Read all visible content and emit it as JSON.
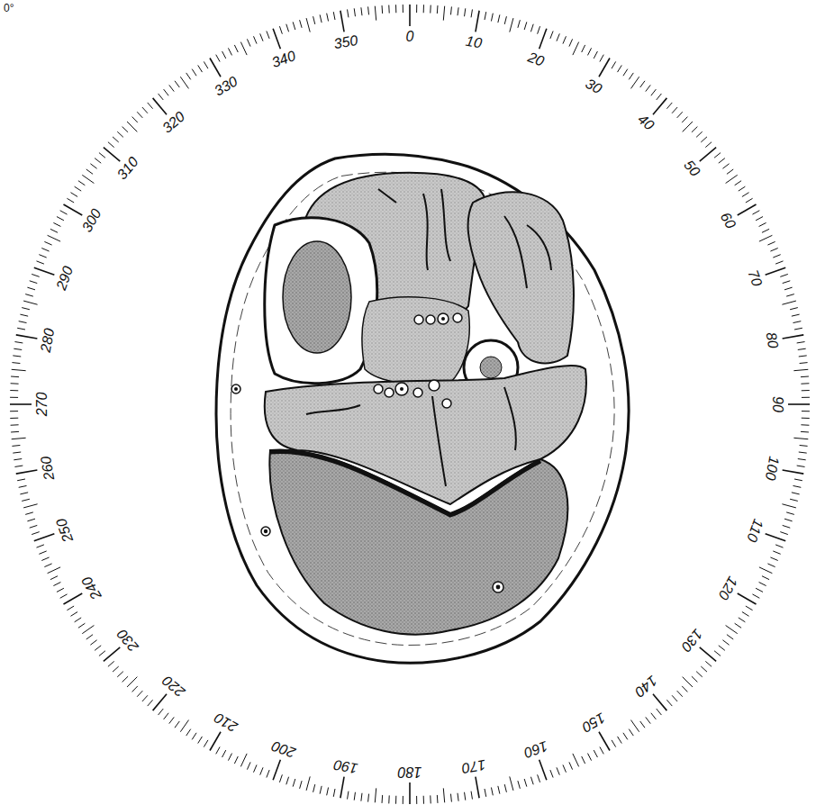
{
  "diagram": {
    "labels": [
      "0°",
      "0",
      "10",
      "20",
      "30",
      "40",
      "50",
      "60",
      "70",
      "80",
      "90",
      "100",
      "110",
      "120",
      "130",
      "140",
      "150",
      "160",
      "170",
      "180",
      "190",
      "200",
      "210",
      "220",
      "230",
      "240",
      "250",
      "260",
      "270",
      "280",
      "290",
      "300",
      "310",
      "320",
      "330",
      "340",
      "350"
    ]
  }
}
